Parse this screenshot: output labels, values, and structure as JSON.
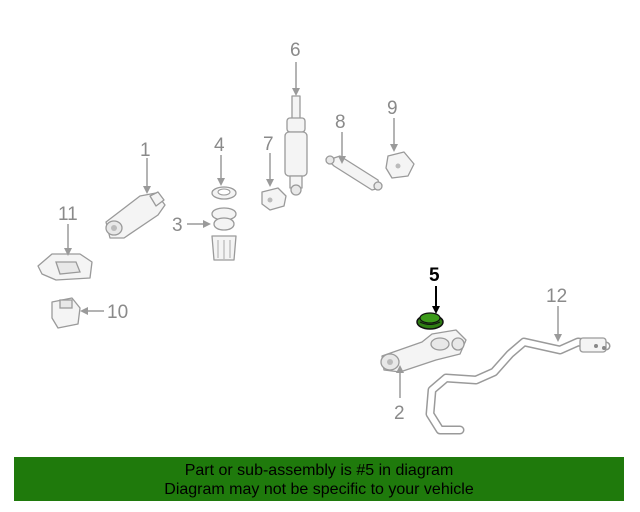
{
  "diagram": {
    "highlight_color": "#2e7d12",
    "callouts": {
      "c1": "1",
      "c2": "2",
      "c3": "3",
      "c4": "4",
      "c5": "5",
      "c6": "6",
      "c7": "7",
      "c8": "8",
      "c9": "9",
      "c10": "10",
      "c11": "11",
      "c12": "12"
    },
    "highlighted_part": "5"
  },
  "banner": {
    "line1": "Part or sub-assembly is #5 in diagram",
    "line2": "Diagram may not be specific to your vehicle",
    "background": "#1f7a0c"
  }
}
